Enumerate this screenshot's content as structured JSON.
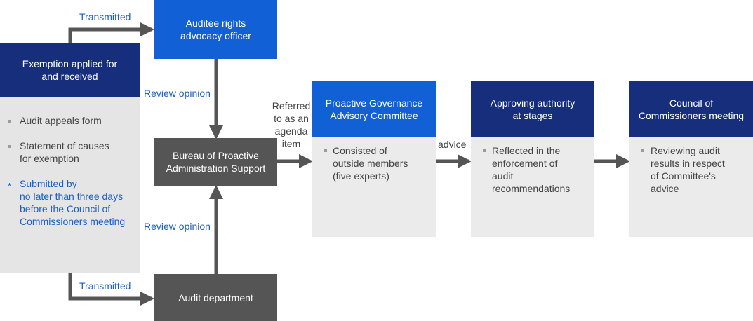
{
  "exemption": {
    "title": "Exemption applied for\nand received",
    "items": [
      "Audit appeals form",
      "Statement of causes\nfor exemption"
    ],
    "note": "Submitted by\nno later than three days\nbefore the Council of\nCommissioners meeting",
    "note_marker": "*"
  },
  "rights_officer": {
    "title": "Auditee rights\nadvocacy officer"
  },
  "bureau": {
    "title": "Bureau of Proactive\nAdministration Support"
  },
  "audit_dept": {
    "title": "Audit department"
  },
  "committee": {
    "title": "Proactive Governance\nAdvisory Committee",
    "items": [
      "Consisted of\noutside members\n(five experts)"
    ]
  },
  "authority": {
    "title": "Approving authority\nat stages",
    "items": [
      "Reflected in the\nenforcement of\naudit\nrecommendations"
    ]
  },
  "council": {
    "title": "Council of\nCommissioners meeting",
    "items": [
      "Reviewing audit\nresults in respect\nof Committee's\nadvice"
    ]
  },
  "labels": {
    "transmitted_top": "Transmitted",
    "transmitted_bottom": "Transmitted",
    "review_top": "Review opinion",
    "review_bottom": "Review opinion",
    "referred": "Referred\nto as an\nagenda\nitem",
    "advice": "advice"
  },
  "colors": {
    "navy": "#162e7b",
    "blue": "#1160d6",
    "dark_gray": "#555555",
    "panel_gray": "#e5e5e5",
    "label_blue": "#1b5fc9"
  }
}
